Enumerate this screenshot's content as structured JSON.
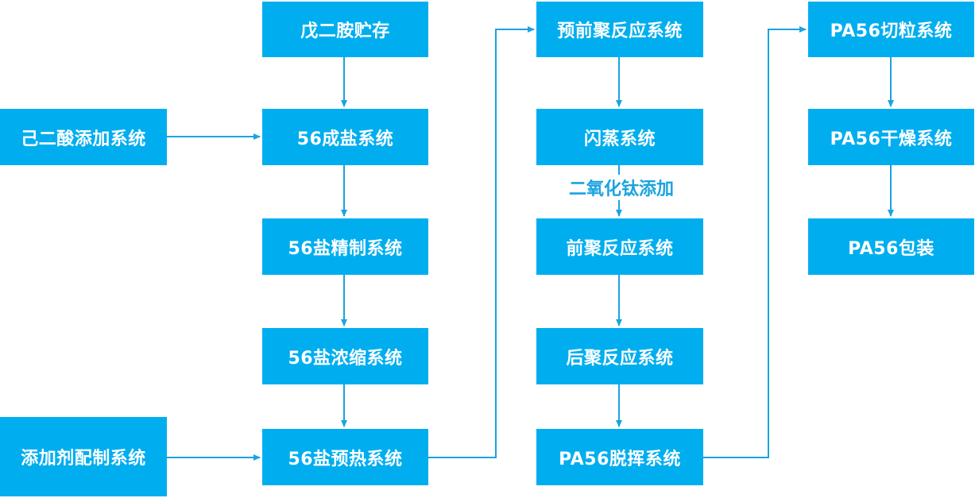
{
  "colors": {
    "box_fill": "#00AEEF",
    "box_text": "#FFFFFF",
    "connector": "#1BA3E0",
    "annotation_text": "#1BA3E0"
  },
  "column1": {
    "adipic_acid_addition": "己二酸添加系统",
    "additive_preparation": "添加剂配制系统"
  },
  "column2": {
    "pentanediamine_storage": "戊二胺贮存",
    "salt_formation": "56成盐系统",
    "salt_refining": "56盐精制系统",
    "salt_concentration": "56盐浓缩系统",
    "salt_preheating": "56盐预热系统"
  },
  "column3": {
    "pre_prepolymerization": "预前聚反应系统",
    "flash_evaporation": "闪蒸系统",
    "tio2_addition": "二氧化钛添加",
    "prepolymerization": "前聚反应系统",
    "postpolymerization": "后聚反应系统",
    "devolatilization": "PA56脱挥系统"
  },
  "column4": {
    "pelletizing": "PA56切粒系统",
    "drying": "PA56干燥系统",
    "packaging": "PA56包装"
  }
}
